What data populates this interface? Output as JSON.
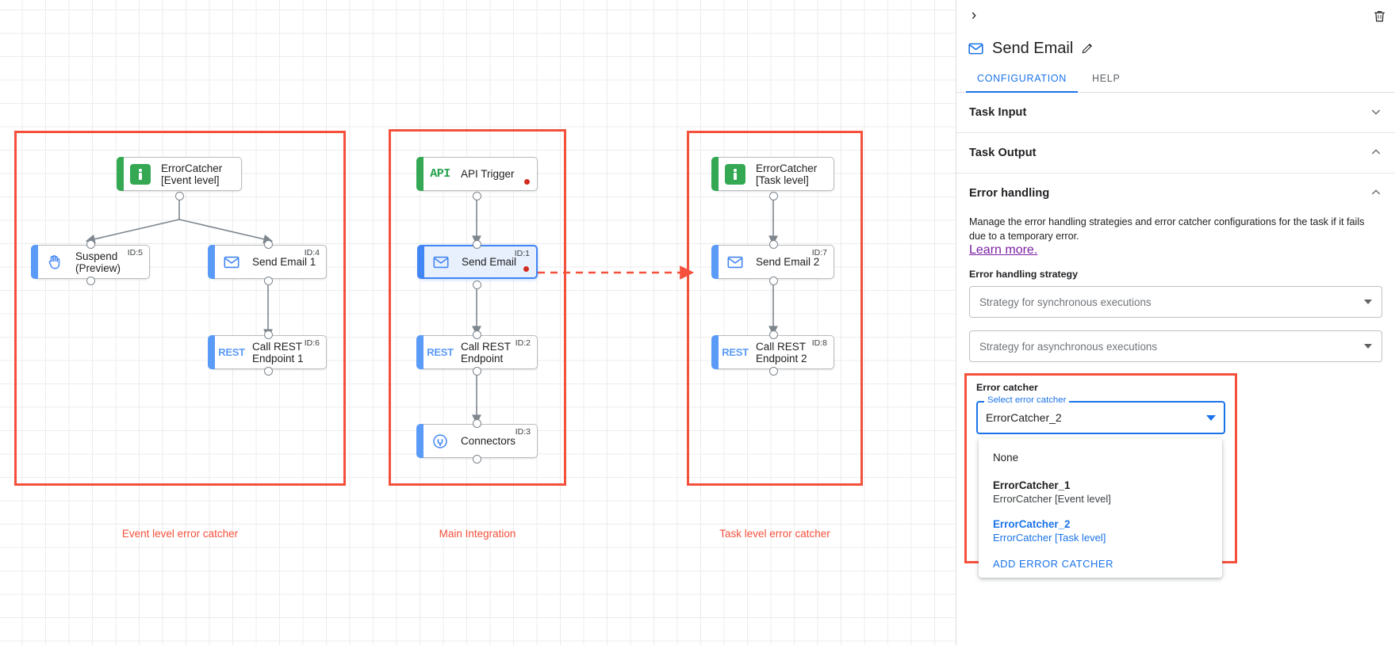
{
  "canvas": {
    "groups": [
      {
        "caption": "Event level error catcher"
      },
      {
        "caption": "Main Integration"
      },
      {
        "caption": "Task level error catcher"
      }
    ],
    "nodes": [
      {
        "key": "errorcatcher_event",
        "label": "ErrorCatcher\n[Event level]",
        "icon": "error-catcher-icon",
        "id": ""
      },
      {
        "key": "suspend",
        "label": "Suspend\n(Preview)",
        "icon": "hand-icon",
        "id": "ID:5"
      },
      {
        "key": "send_email_1",
        "label": "Send Email 1",
        "icon": "email-icon",
        "id": "ID:4"
      },
      {
        "key": "call_rest_1",
        "label": "Call REST\nEndpoint 1",
        "icon": "rest-icon",
        "id": "ID:6"
      },
      {
        "key": "api_trigger",
        "label": "API Trigger",
        "icon": "api-icon",
        "id": ""
      },
      {
        "key": "send_email",
        "label": "Send Email",
        "icon": "email-icon",
        "id": "ID:1"
      },
      {
        "key": "call_rest",
        "label": "Call REST\nEndpoint",
        "icon": "rest-icon",
        "id": "ID:2"
      },
      {
        "key": "connectors",
        "label": "Connectors",
        "icon": "connector-icon",
        "id": "ID:3"
      },
      {
        "key": "errorcatcher_task",
        "label": "ErrorCatcher\n[Task level]",
        "icon": "error-catcher-icon",
        "id": ""
      },
      {
        "key": "send_email_2",
        "label": "Send Email 2",
        "icon": "email-icon",
        "id": "ID:7"
      },
      {
        "key": "call_rest_2",
        "label": "Call REST\nEndpoint 2",
        "icon": "rest-icon",
        "id": "ID:8"
      }
    ]
  },
  "panel": {
    "collapse_icon": "chevron-right-icon",
    "delete_icon": "trash-icon",
    "title": "Send Email",
    "title_icon": "email-icon",
    "edit_icon": "pencil-icon",
    "tabs": [
      {
        "label": "CONFIGURATION",
        "active": true
      },
      {
        "label": "HELP",
        "active": false
      }
    ],
    "sections": [
      {
        "title": "Task Input",
        "state": "collapsed",
        "chevron": "chevron-down-icon"
      },
      {
        "title": "Task Output",
        "state": "expanded",
        "chevron": "chevron-up-icon"
      },
      {
        "title": "Error handling",
        "state": "expanded",
        "chevron": "chevron-up-icon"
      }
    ],
    "error_handling": {
      "description": "Manage the error handling strategies and error catcher configurations for the task if it fails due to a temporary error.",
      "link_text": "Learn more.",
      "strategy_label": "Error handling strategy",
      "sync_placeholder": "Strategy for synchronous executions",
      "async_placeholder": "Strategy for asynchronous executions"
    },
    "error_catcher": {
      "heading": "Error catcher",
      "select_legend": "Select error catcher",
      "selected_value": "ErrorCatcher_2",
      "options": [
        {
          "main": "None",
          "sub": "",
          "selected": false,
          "plain": true
        },
        {
          "main": "ErrorCatcher_1",
          "sub": "ErrorCatcher [Event level]",
          "selected": false,
          "plain": false
        },
        {
          "main": "ErrorCatcher_2",
          "sub": "ErrorCatcher [Task level]",
          "selected": true,
          "plain": false
        }
      ],
      "add_label": "ADD ERROR CATCHER"
    }
  },
  "colors": {
    "accent_blue": "#1a73e8",
    "highlight_red": "#f4503c",
    "green": "#34a853",
    "error_dot": "#d32b20"
  }
}
